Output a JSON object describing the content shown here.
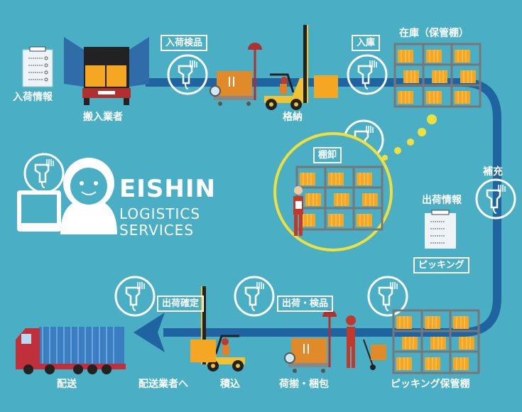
{
  "brand": {
    "name": "EISHIN",
    "line2": "LOGISTICS",
    "line3": "SERVICES"
  },
  "colors": {
    "background": "#4aafc5",
    "path": "#1f64a0",
    "dots": "#f2e03a",
    "box": "#f5a623"
  },
  "labels": {
    "arrival_info": "入荷情報",
    "carrier_in": "搬入業者",
    "arrival_inspection": "入荷検品",
    "storing": "格納",
    "warehousing": "入庫",
    "stock_shelf": "在庫（保管棚）",
    "stocktaking": "棚卸",
    "replenish": "補充",
    "shipping_info": "出荷情報",
    "picking": "ピッキング",
    "picking_shelf": "ピッキング保管棚",
    "shipping_inspection": "出荷・検品",
    "packing": "荷揃・梱包",
    "loading": "積込",
    "shipping_confirm": "出荷確定",
    "to_carrier": "配送業者へ",
    "delivery": "配送"
  },
  "icons": [
    "clipboard-icon",
    "truck-icon",
    "barcode-scanner-icon",
    "scale-cart-icon",
    "forklift-icon",
    "shelf-icon",
    "worker-icon",
    "operator-icon"
  ]
}
